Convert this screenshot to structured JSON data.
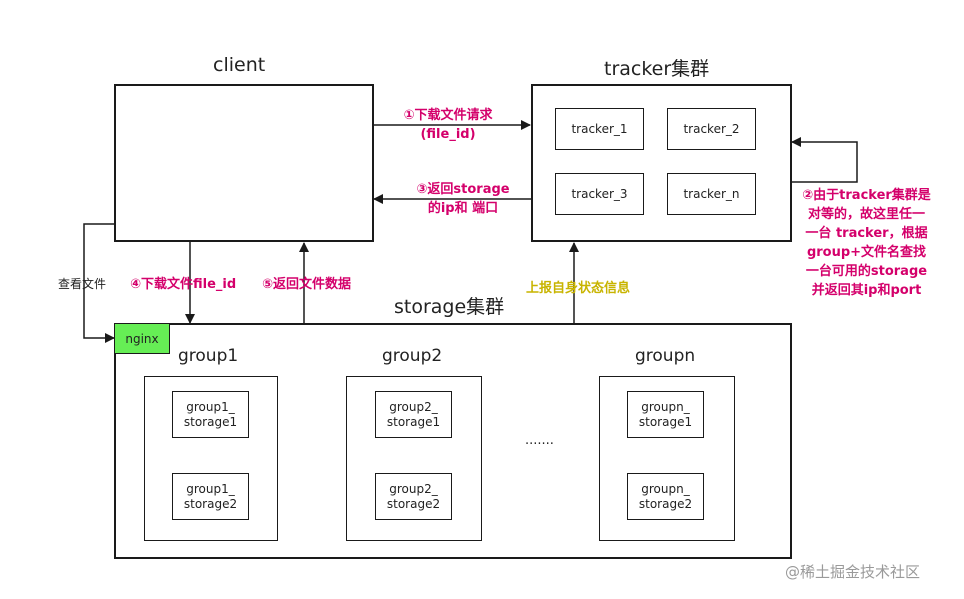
{
  "client": {
    "title": "client"
  },
  "tracker": {
    "title": "tracker集群",
    "nodes": [
      "tracker_1",
      "tracker_2",
      "tracker_3",
      "tracker_n"
    ]
  },
  "storage": {
    "title": "storage集群",
    "nginx": "nginx",
    "groups": [
      {
        "title": "group1",
        "nodes": [
          "group1_\nstorage1",
          "group1_\nstorage2"
        ]
      },
      {
        "title": "group2",
        "nodes": [
          "group2_\nstorage1",
          "group2_\nstorage2"
        ]
      },
      {
        "title": "groupn",
        "nodes": [
          "groupn_\nstorage1",
          "groupn_\nstorage2"
        ]
      }
    ],
    "ellipsis": "......."
  },
  "labels": {
    "step1": "①下载文件请求\n(file_id)",
    "step2": "②由于tracker集群是\n对等的，故这里任一\n一台 tracker，根据\ngroup+文件名查找\n一台可用的storage\n并返回其ip和port",
    "step3": "③返回storage\n的ip和 端口",
    "step4": "④下载文件file_id",
    "step5": "⑤返回文件数据",
    "report": "上报自身状态信息",
    "view_file": "查看文件"
  },
  "watermark": "@稀土掘金技术社区"
}
